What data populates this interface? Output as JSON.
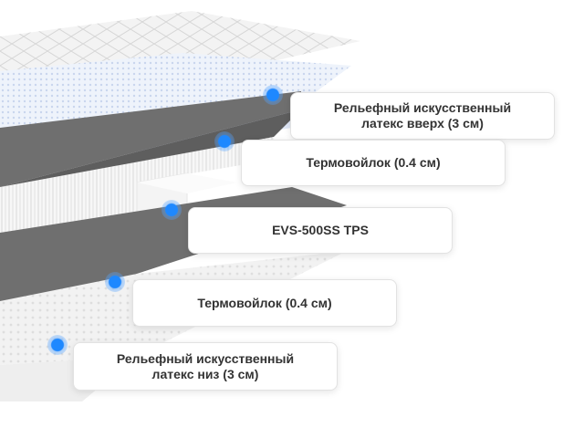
{
  "layers": [
    {
      "lines": [
        "Рельефный искусственный",
        "латекс вверх (3 см)"
      ],
      "marker": "blue-dot-marker-icon"
    },
    {
      "lines": [
        "Термовойлок (0.4 см)"
      ],
      "marker": "blue-dot-marker-icon"
    },
    {
      "lines": [
        "EVS-500SS TPS"
      ],
      "marker": "blue-dot-marker-icon"
    },
    {
      "lines": [
        "Термовойлок (0.4 см)"
      ],
      "marker": "blue-dot-marker-icon"
    },
    {
      "lines": [
        "Рельефный искусственный",
        "латекс низ (3 см)"
      ],
      "marker": "blue-dot-marker-icon"
    }
  ],
  "colors": {
    "marker": "#1e88ff",
    "felt": "#6e6e6e",
    "quilt": "#f2f2f2",
    "latex": "#e9f0fb",
    "springs": "#f7f7f7"
  }
}
